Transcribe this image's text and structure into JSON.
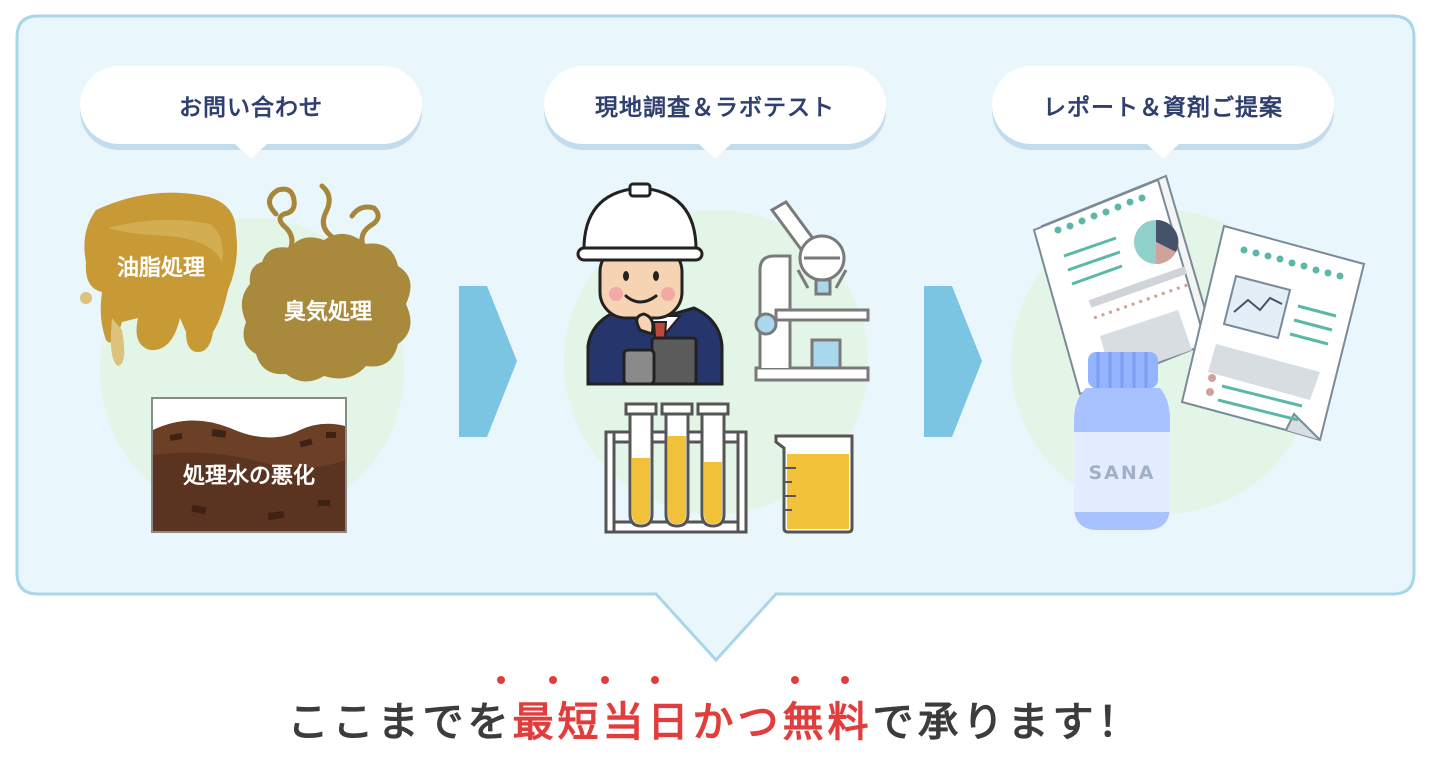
{
  "steps": [
    {
      "label": "お問い合わせ"
    },
    {
      "label": "現地調査＆ラボテスト"
    },
    {
      "label": "レポート＆資剤ご提案"
    }
  ],
  "problems": {
    "oil": "油脂処理",
    "odor": "臭気処理",
    "water": "処理水の悪化"
  },
  "bottle_label": "SANA",
  "tagline": {
    "before": "ここまでを",
    "highlight1": "最短当日",
    "middle1": "か",
    "highlight2": "つ",
    "highlight3": "無料",
    "after": "で承ります！"
  },
  "colors": {
    "panel_bg": "#e9f6fb",
    "panel_border": "#a9d6ea",
    "arrow": "#7cc5e2",
    "circle": "#e3f5e6",
    "accent_red": "#e23d3d",
    "bubble_text": "#2f3f6f"
  }
}
